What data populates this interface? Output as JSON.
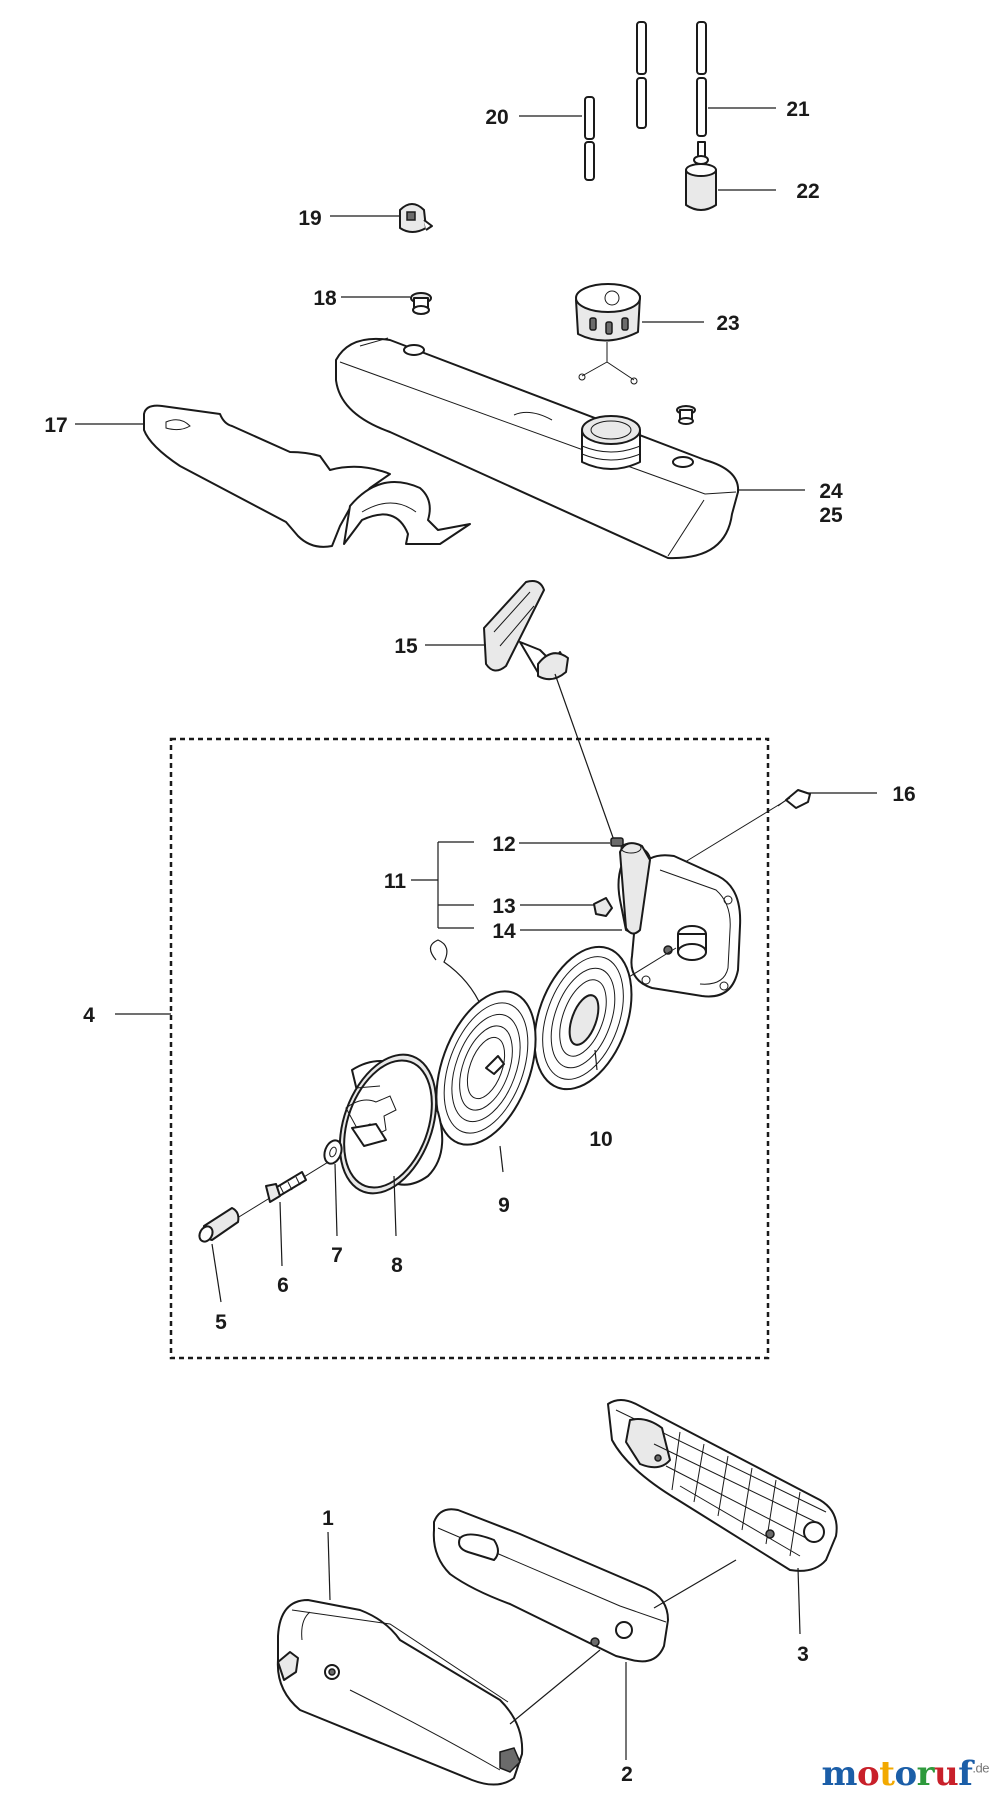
{
  "callouts": [
    "1",
    "2",
    "3",
    "4",
    "5",
    "6",
    "7",
    "8",
    "9",
    "10",
    "11",
    "12",
    "13",
    "14",
    "15",
    "16",
    "17",
    "18",
    "19",
    "20",
    "21",
    "22",
    "23",
    "24",
    "25"
  ],
  "watermark": {
    "letters": [
      "m",
      "o",
      "t",
      "o",
      "r",
      "u",
      "f"
    ],
    "colors": [
      "#1b5ea8",
      "#c8202a",
      "#f2a900",
      "#1b5ea8",
      "#2e9a3c",
      "#c8202a",
      "#1b5ea8"
    ],
    "suffix": ".de"
  }
}
